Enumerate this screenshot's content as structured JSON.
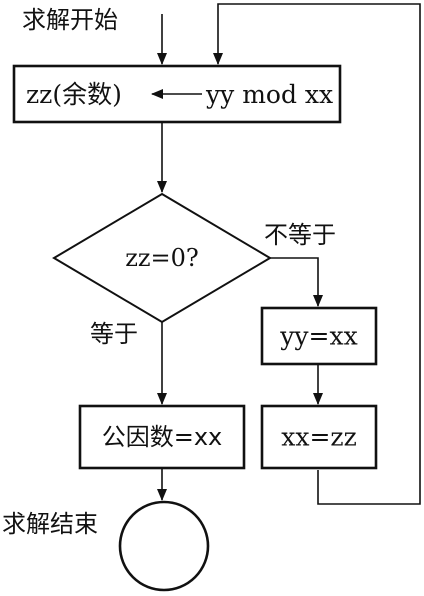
{
  "flowchart": {
    "start_label": "求解开始",
    "box_compute": {
      "text": "zz(余数)←yy mod xx",
      "left": "zz(余数)",
      "right": "yy mod xx"
    },
    "decision": "zz=0?",
    "branch_no": "不等于",
    "branch_yes": "等于",
    "box_yy": "yy=xx",
    "box_xx": "xx=zz",
    "box_result": "公因数=xx",
    "end_label": "求解结束"
  }
}
